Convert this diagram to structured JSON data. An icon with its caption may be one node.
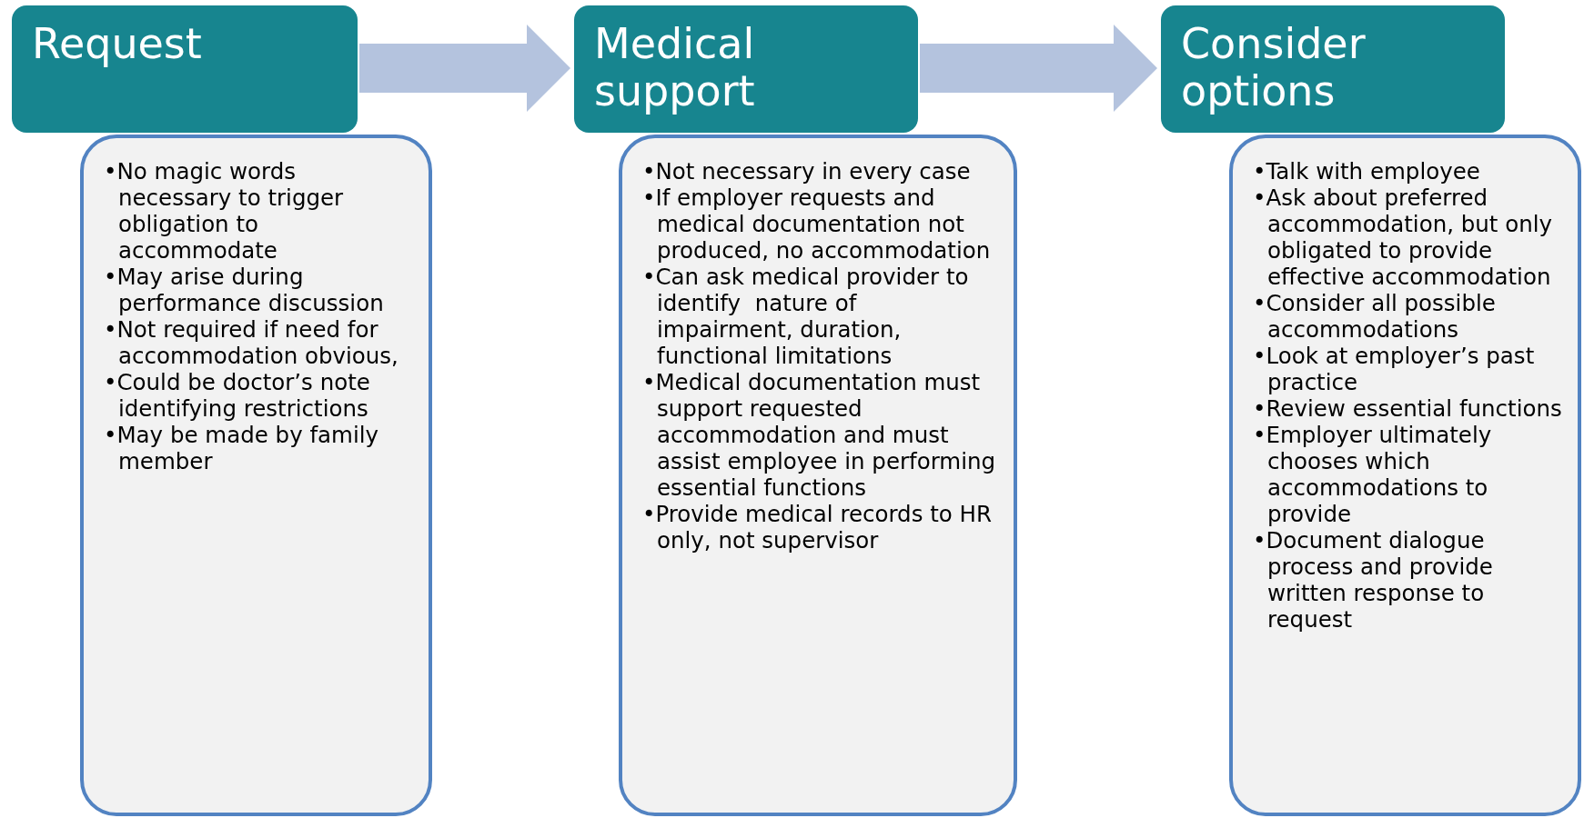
{
  "diagram": {
    "nodes": [
      {
        "text": [
          "Request"
        ]
      },
      {
        "text": [
          "•No magic words necessary to trigger obligation to accommodate",
          "•May arise during performance discussion",
          "•Not required if need for accommodation obvious,",
          "•Could be doctor’s note identifying restrictions",
          "•May be made by family member"
        ]
      },
      {
        "text": [
          "Medical support"
        ]
      },
      {
        "text": [
          "•Not necessary in every case",
          "•If employer requests and medical documentation not produced, no accommodation",
          "•Can ask medical provider to identify  nature of impairment, duration, functional limitations",
          "•Medical documentation must support requested accommodation and must assist employee in performing essential functions",
          "•Provide medical records to HR only, not supervisor"
        ]
      },
      {
        "text": [
          "Consider options"
        ]
      },
      {
        "text": [
          "•Talk with employee",
          "•Ask about preferred accommodation, but only obligated to provide effective accommodation",
          "•Consider all possible accommodations",
          "•Look at employer’s past practice",
          "•Review essential functions",
          "•Employer ultimately chooses which accommodations to provide",
          "•Document dialogue process and provide written response to request"
        ]
      }
    ],
    "edges": [
      {
        "from": 0,
        "to": 2,
        "arrow": "to"
      },
      {
        "from": 2,
        "to": 4,
        "arrow": "to"
      }
    ]
  }
}
